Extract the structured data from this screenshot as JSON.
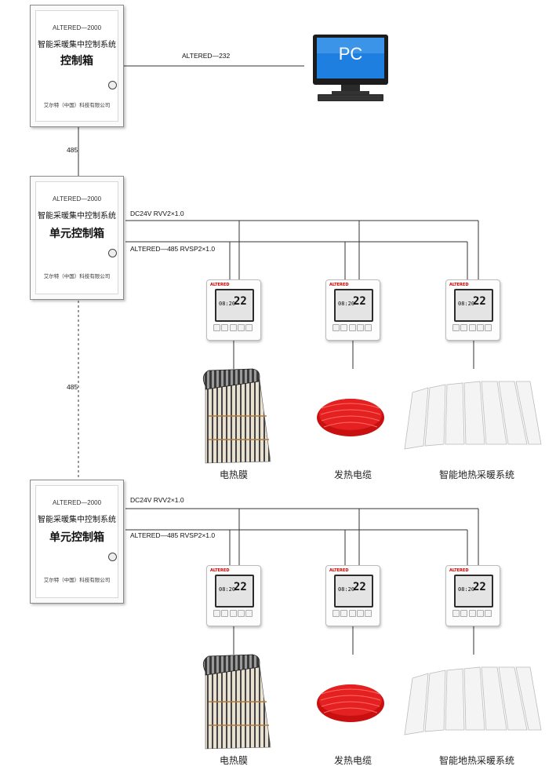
{
  "main_box": {
    "model": "ALTERED—2000",
    "system": "智能采暖集中控制系统",
    "title": "控制箱",
    "company": "艾尔特（中国）科技有限公司"
  },
  "unit_boxes": [
    {
      "model": "ALTERED—2000",
      "system": "智能采暖集中控制系统",
      "title": "单元控制箱",
      "company": "艾尔特（中国）科技有限公司"
    },
    {
      "model": "ALTERED—2000",
      "system": "智能采暖集中控制系统",
      "title": "单元控制箱",
      "company": "艾尔特（中国）科技有限公司"
    }
  ],
  "links": {
    "pc_link": "ALTERED—232",
    "bus_485_a": "485",
    "bus_485_b": "485"
  },
  "pc": {
    "label": "PC"
  },
  "groups": [
    {
      "power_line": "DC24V RVV2×1.0",
      "signal_line": "ALTERED—485 RVSP2×1.0",
      "captions": [
        "电热膜",
        "发热电缆",
        "智能地热采暖系统"
      ]
    },
    {
      "power_line": "DC24V RVV2×1.0",
      "signal_line": "ALTERED—485 RVSP2×1.0",
      "captions": [
        "电热膜",
        "发热电缆",
        "智能地热采暖系统"
      ]
    }
  ],
  "thermostat": {
    "brand": "ALTERED",
    "time": "08:20",
    "temp": "22"
  },
  "colors": {
    "cable": "#e01818",
    "film_dark": "#2b2b2b",
    "film_stripe": "#b07a3a",
    "panel": "#eeeeee"
  }
}
